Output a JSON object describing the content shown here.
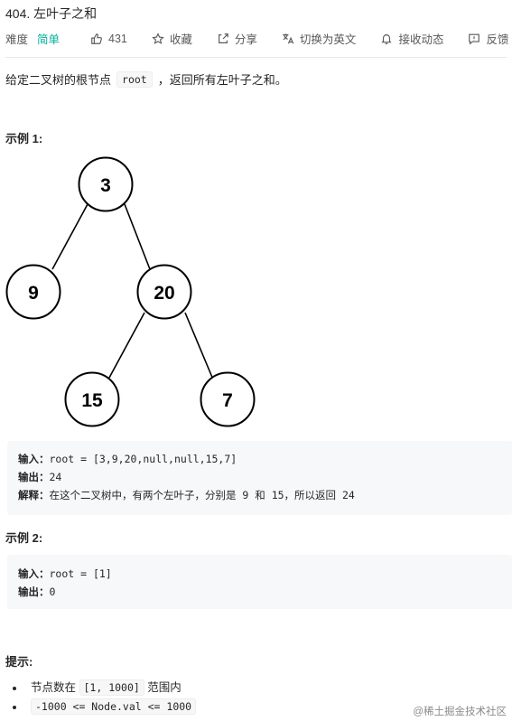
{
  "problem": {
    "title": "404. 左叶子之和",
    "difficulty_label": "难度",
    "difficulty": "简单",
    "likes": "431",
    "favorite": "收藏",
    "share": "分享",
    "translate": "切换为英文",
    "follow": "接收动态",
    "feedback": "反馈"
  },
  "description": {
    "before": "给定二叉树的根节点",
    "code": "root",
    "after": "，返回所有左叶子之和。"
  },
  "example1": {
    "heading": "示例 1:",
    "tree": [
      "3",
      "9",
      "20",
      "15",
      "7"
    ],
    "input_label": "输入：",
    "input": "root = [3,9,20,null,null,15,7]",
    "output_label": "输出：",
    "output": "24",
    "explain_label": "解释：",
    "explain": "在这个二叉树中，有两个左叶子，分别是 9 和 15，所以返回 24"
  },
  "example2": {
    "heading": "示例 2:",
    "input_label": "输入：",
    "input": "root = [1]",
    "output_label": "输出：",
    "output": "0"
  },
  "tips": {
    "heading": "提示:",
    "item1_before": "节点数在",
    "item1_code": "[1, 1000]",
    "item1_after": "范围内",
    "item2_code": "-1000 <= Node.val <= 1000"
  },
  "watermark": "@稀土掘金技术社区",
  "icons": [
    "thumb-up-icon",
    "star-icon",
    "share-icon",
    "translate-icon",
    "bell-icon",
    "feedback-icon"
  ]
}
